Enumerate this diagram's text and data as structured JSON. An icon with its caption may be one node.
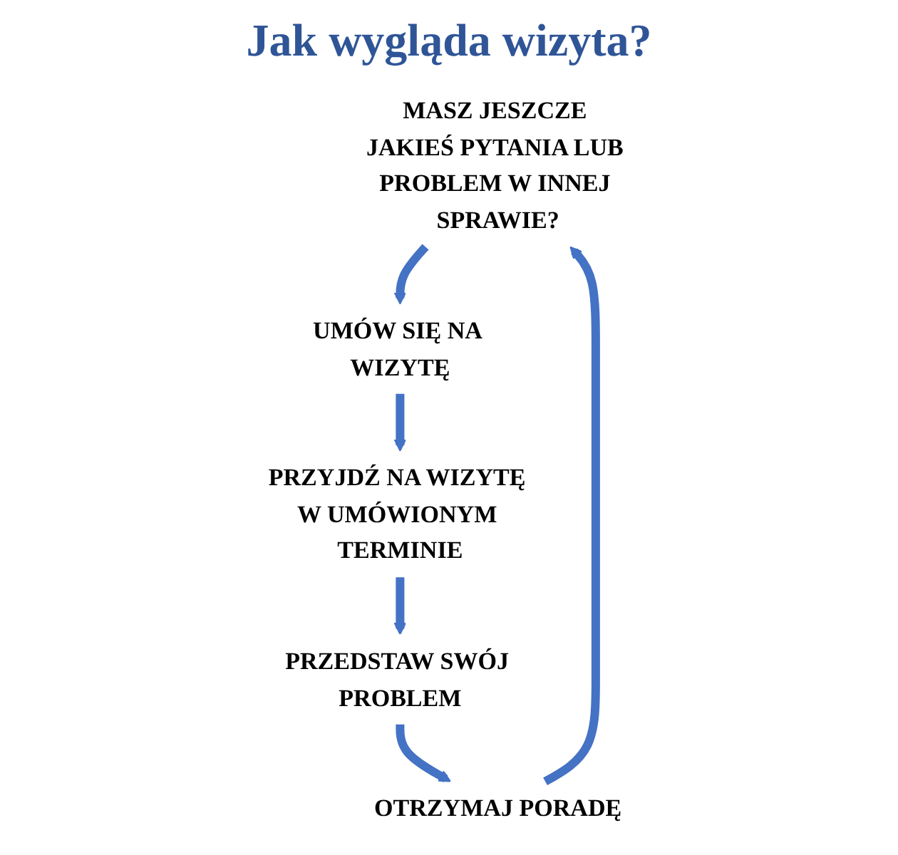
{
  "diagram": {
    "title": "Jak wygląda wizyta?",
    "nodes": [
      {
        "text": [
          "MASZ JESZCZE JAKIEŚ PYTANIA LUB PROBLEM W INNEJ SPRAWIE?"
        ]
      },
      {
        "text": [
          "UMÓW SIĘ NA WIZYTĘ"
        ]
      },
      {
        "text": [
          "PRZYJDŹ NA WIZYTĘ W UMÓWIONYM TERMINIE"
        ]
      },
      {
        "text": [
          "PRZEDSTAW SWÓJ PROBLEM"
        ]
      },
      {
        "text": [
          "OTRZYMAJ PORADĘ"
        ]
      }
    ],
    "edges": [
      {
        "from": 0,
        "to": 1,
        "arrow": "to"
      },
      {
        "from": 1,
        "to": 2,
        "arrow": "to"
      },
      {
        "from": 2,
        "to": 3,
        "arrow": "to"
      },
      {
        "from": 3,
        "to": 4,
        "arrow": "to"
      },
      {
        "from": 4,
        "to": 0,
        "arrow": "to"
      }
    ]
  }
}
